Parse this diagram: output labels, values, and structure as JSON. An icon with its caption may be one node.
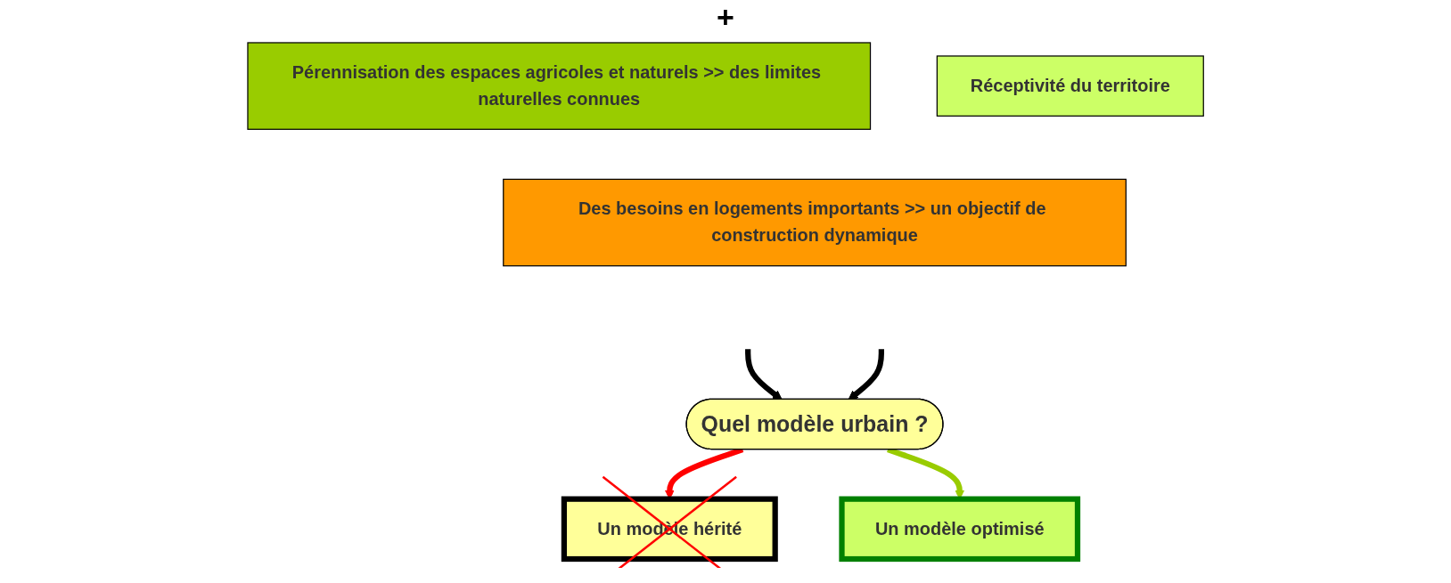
{
  "diagram": {
    "nodes": [
      {
        "text": [
          "Pérennisation des espaces agricoles et naturels >> des limites naturelles connues"
        ]
      },
      {
        "text": [
          "Réceptivité du territoire"
        ]
      },
      {
        "text": [
          "Des besoins en logements importants >> un objectif de construction dynamique"
        ]
      },
      {
        "text": [
          "Quel modèle urbain ?"
        ]
      },
      {
        "text": [
          "Un modèle hérité"
        ]
      },
      {
        "text": [
          "Un modèle optimisé"
        ]
      }
    ],
    "edges": [
      {
        "from": null,
        "to": 3,
        "arrow": "to"
      },
      {
        "from": null,
        "to": 3,
        "arrow": "to"
      },
      {
        "from": 3,
        "to": 4,
        "arrow": "to",
        "color": "#ff0000"
      },
      {
        "from": 3,
        "to": 5,
        "arrow": "to",
        "color": "#99cc00"
      }
    ],
    "labels": [
      "+"
    ]
  }
}
